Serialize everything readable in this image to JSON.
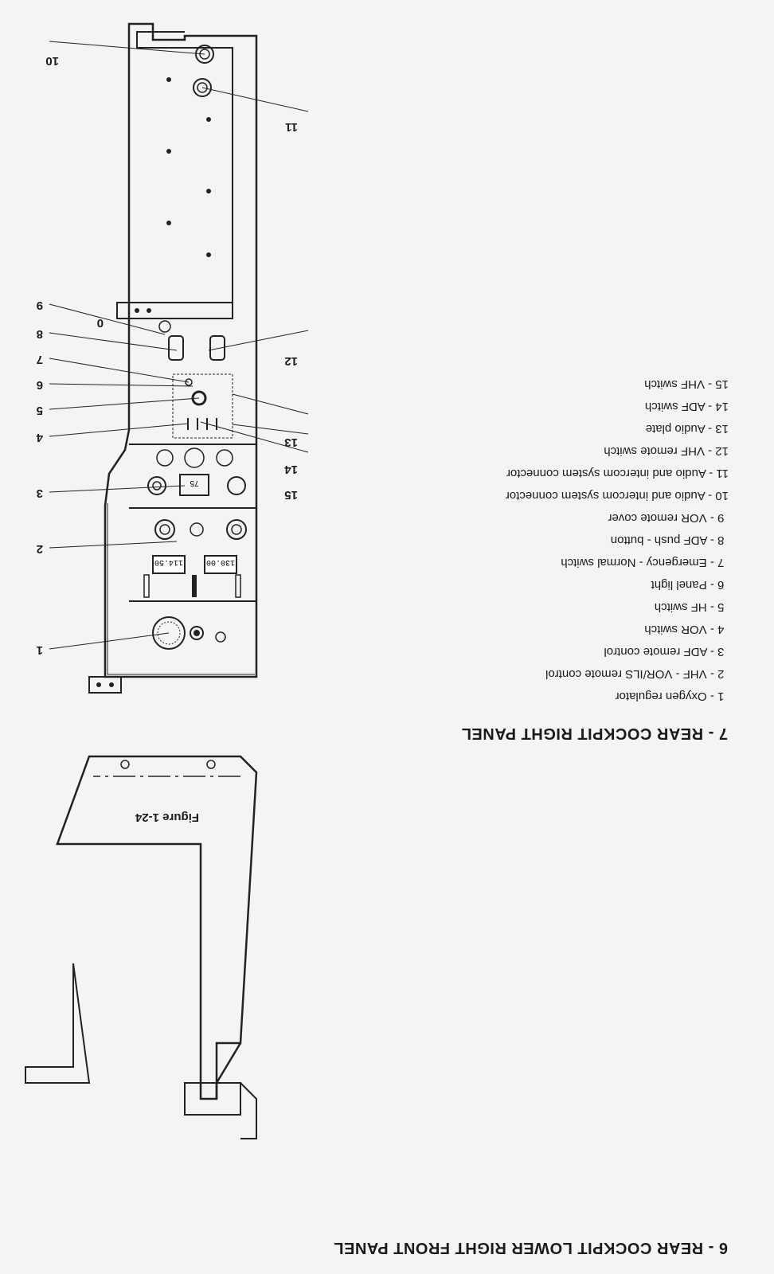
{
  "sections": {
    "lower_front_panel_title": "6 - REAR COCKPIT LOWER RIGHT FRONT PANEL",
    "right_panel_title": "7 - REAR COCKPIT RIGHT PANEL"
  },
  "figure_caption": "Figure 1-24",
  "legend": [
    {
      "num": "1",
      "label": "Oxygen regulator"
    },
    {
      "num": "2",
      "label": "VHF - VOR/ILS remote control"
    },
    {
      "num": "3",
      "label": "ADF remote control"
    },
    {
      "num": "4",
      "label": "VOR switch"
    },
    {
      "num": "5",
      "label": "HF switch"
    },
    {
      "num": "6",
      "label": "Panel light"
    },
    {
      "num": "7",
      "label": "Emergency - Normal switch"
    },
    {
      "num": "8",
      "label": "ADF push - button"
    },
    {
      "num": "9",
      "label": "VOR remote cover"
    },
    {
      "num": "10",
      "label": "Audio and intercom system connector"
    },
    {
      "num": "11",
      "label": "Audio and intercom system connector"
    },
    {
      "num": "12",
      "label": "VHF remote switch"
    },
    {
      "num": "13",
      "label": "Audio plate"
    },
    {
      "num": "14",
      "label": "ADF switch"
    },
    {
      "num": "15",
      "label": "VHF switch"
    }
  ],
  "callouts": {
    "c1": "1",
    "c2": "2",
    "c3": "3",
    "c4": "4",
    "c5": "5",
    "c6": "6",
    "c7": "7",
    "c8": "8",
    "c9": "9",
    "c10": "10",
    "c11": "11",
    "c12": "12",
    "c13": "13",
    "c14": "14",
    "c15": "15",
    "c0": "0"
  },
  "instrument_readouts": {
    "vhf_frequency": "114.50",
    "second_frequency": "130.00",
    "adf_window": "75"
  }
}
